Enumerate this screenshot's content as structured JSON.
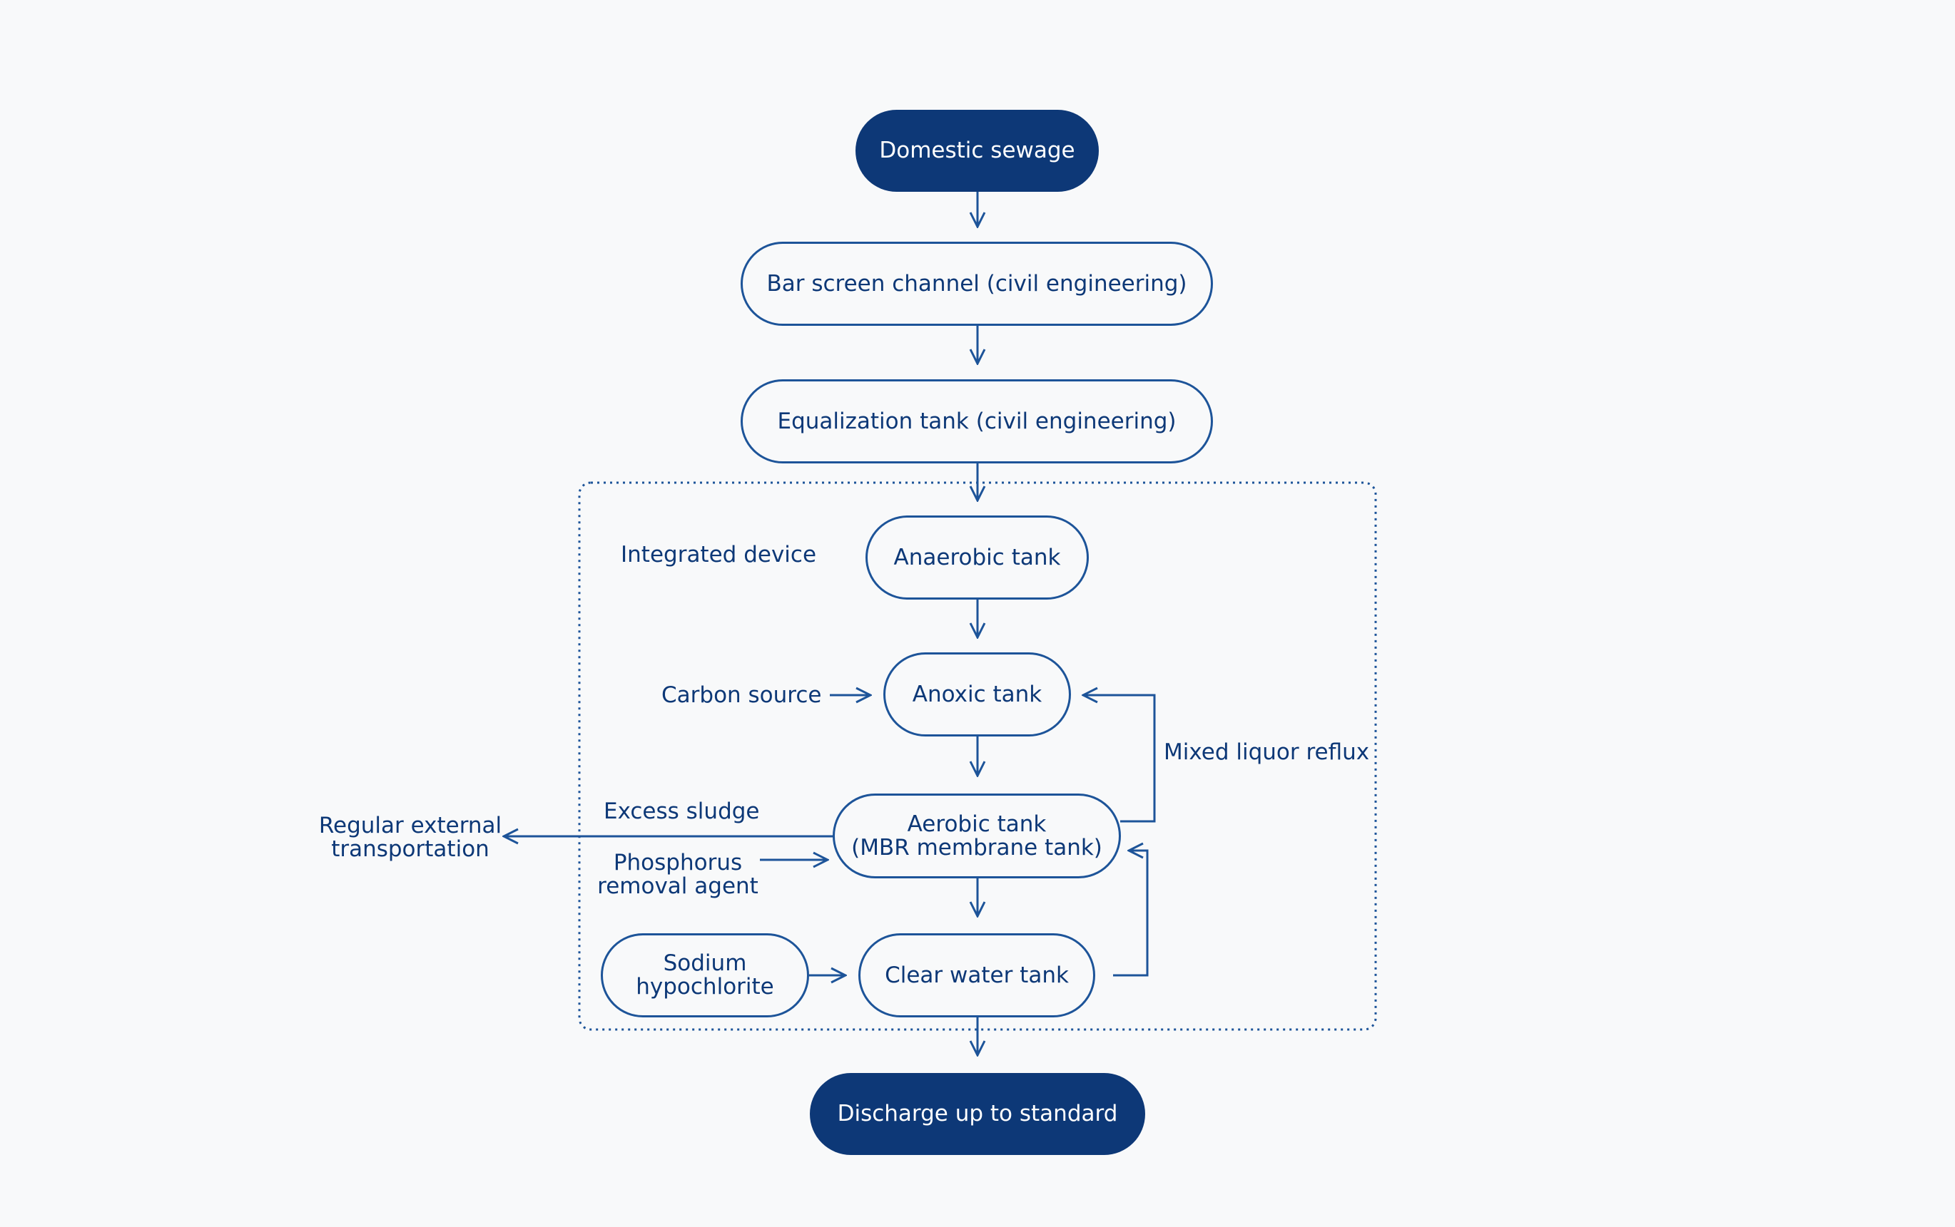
{
  "colors": {
    "background": "#f8f9fa",
    "primary": "#0d3877",
    "line": "#1d5499",
    "filled_text": "#ffffff"
  },
  "nodes": {
    "domestic_sewage": "Domestic sewage",
    "bar_screen": "Bar screen channel (civil engineering)",
    "equalization": "Equalization tank (civil engineering)",
    "anaerobic": "Anaerobic tank",
    "anoxic": "Anoxic tank",
    "aerobic": "Aerobic tank\n(MBR membrane tank)",
    "sodium": "Sodium\nhypochlorite",
    "clear_water": "Clear water tank",
    "discharge": "Discharge up to standard"
  },
  "labels": {
    "integrated_device": "Integrated device",
    "carbon_source": "Carbon source",
    "mixed_liquor_reflux": "Mixed liquor reflux",
    "excess_sludge": "Excess sludge",
    "regular_transport": "Regular external\ntransportation",
    "phosphorus_agent": "Phosphorus\nremoval agent"
  }
}
